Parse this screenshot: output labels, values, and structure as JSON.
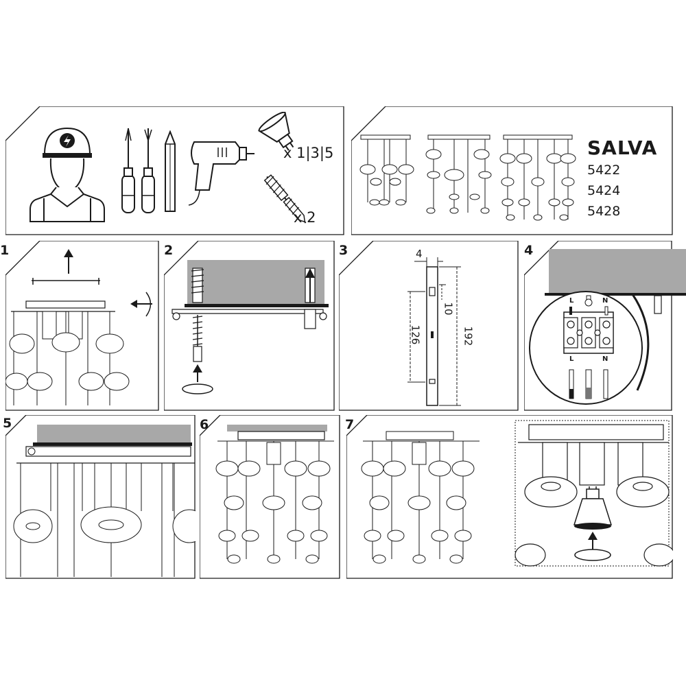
{
  "header": {
    "brand": "SALVA",
    "models": [
      "5422",
      "5424",
      "5428"
    ]
  },
  "tools": {
    "bulb_qty": "x 1|3|5",
    "screw_qty": "x 2",
    "icons": [
      "electrician-icon",
      "screwdriver-icon",
      "pencil-icon",
      "drill-icon",
      "gu10-bulb-icon",
      "wall-plug-screw-icon"
    ]
  },
  "steps": {
    "s1": "1",
    "s2": "2",
    "s3": "3",
    "s4": "4",
    "s5": "5",
    "s6": "6",
    "s7": "7"
  },
  "dimensions": {
    "width": "4",
    "top_offset": "10",
    "inner_height": "126",
    "total_height": "192"
  },
  "wiring": {
    "live": "L",
    "neutral": "N"
  },
  "colors": {
    "line": "#1a1a1a",
    "ceiling": "#a8a8a8",
    "paper": "#ffffff"
  }
}
